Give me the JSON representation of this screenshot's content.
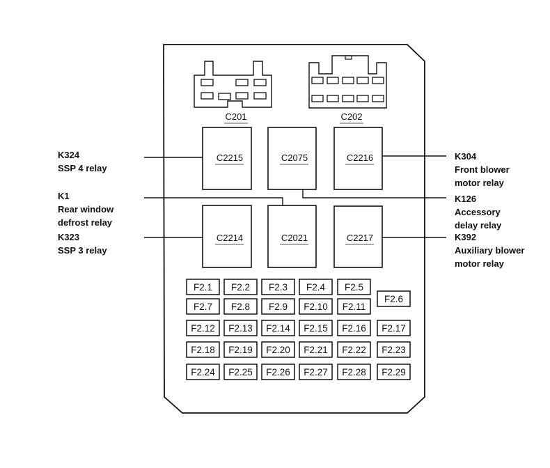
{
  "connectors": [
    {
      "id": "C201",
      "label": "C201"
    },
    {
      "id": "C202",
      "label": "C202"
    }
  ],
  "relays": [
    {
      "connector": "C2215",
      "code": "K324",
      "description": [
        "SSP 4 relay"
      ],
      "side": "left"
    },
    {
      "connector": "C2075",
      "code": "K126",
      "description": [
        "Accessory",
        "delay relay"
      ],
      "side": "right"
    },
    {
      "connector": "C2216",
      "code": "K304",
      "description": [
        "Front blower",
        "motor relay"
      ],
      "side": "right"
    },
    {
      "connector": "C2214",
      "code": "K323",
      "description": [
        "SSP 3 relay"
      ],
      "side": "left"
    },
    {
      "connector": "C2021",
      "code": "K1",
      "description": [
        "Rear window",
        "defrost relay"
      ],
      "side": "left"
    },
    {
      "connector": "C2217",
      "code": "K392",
      "description": [
        "Auxiliary blower",
        "motor relay"
      ],
      "side": "right"
    }
  ],
  "callouts": {
    "k324": {
      "code": "K324",
      "line1": "SSP 4 relay"
    },
    "k1": {
      "code": "K1",
      "line1": "Rear window",
      "line2": "defrost relay"
    },
    "k323": {
      "code": "K323",
      "line1": "SSP 3 relay"
    },
    "k304": {
      "code": "K304",
      "line1": "Front blower",
      "line2": "motor relay"
    },
    "k126": {
      "code": "K126",
      "line1": "Accessory",
      "line2": "delay relay"
    },
    "k392": {
      "code": "K392",
      "line1": "Auxiliary blower",
      "line2": "motor relay"
    }
  },
  "fuses": {
    "rows": [
      [
        "F2.1",
        "F2.2",
        "F2.3",
        "F2.4",
        "F2.5"
      ],
      [
        "F2.7",
        "F2.8",
        "F2.9",
        "F2.10",
        "F2.11"
      ],
      [
        "F2.12",
        "F2.13",
        "F2.14",
        "F2.15",
        "F2.16",
        "F2.17"
      ],
      [
        "F2.18",
        "F2.19",
        "F2.20",
        "F2.21",
        "F2.22",
        "F2.23"
      ],
      [
        "F2.24",
        "F2.25",
        "F2.26",
        "F2.27",
        "F2.28",
        "F2.29"
      ]
    ],
    "spanning": "F2.6"
  }
}
